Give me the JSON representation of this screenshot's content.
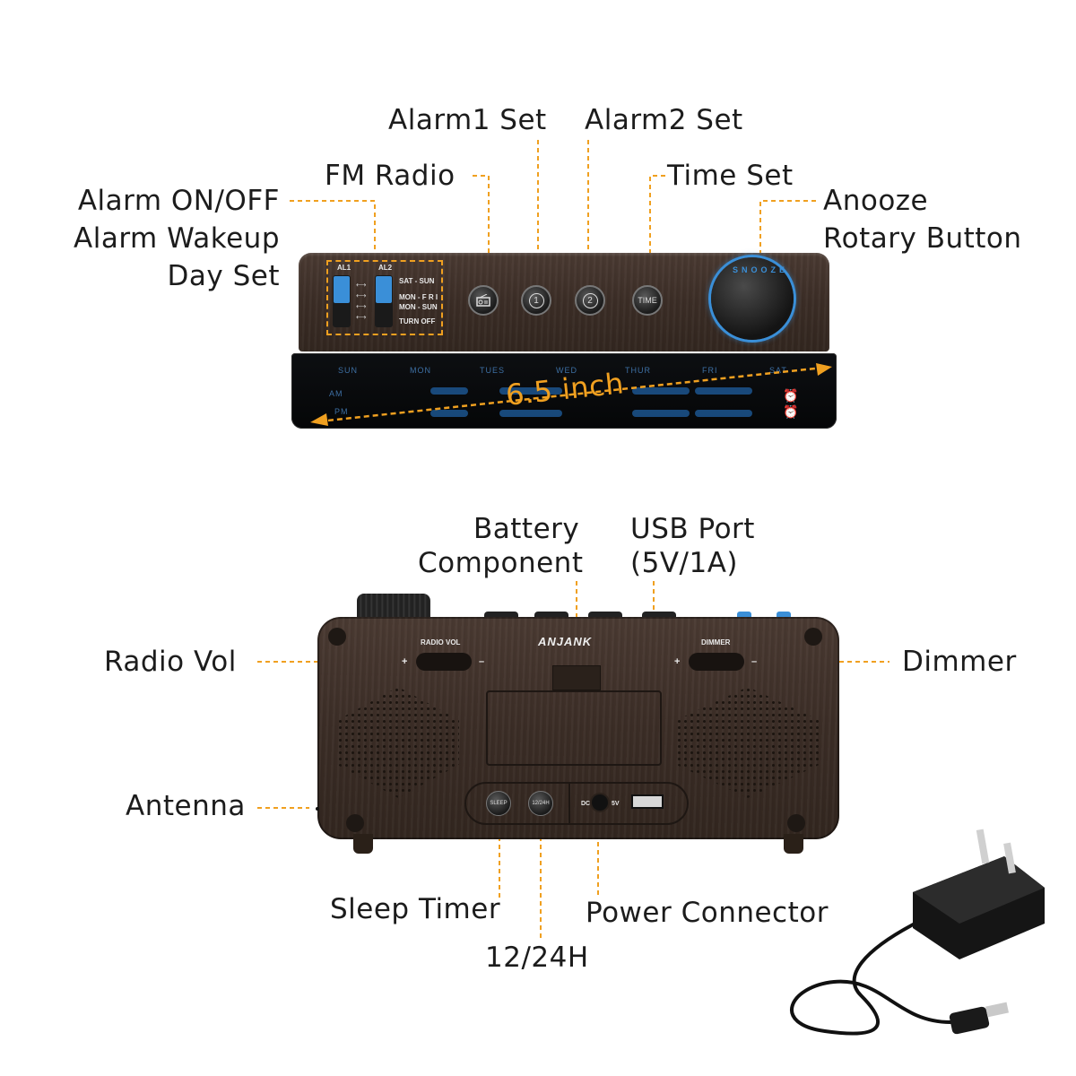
{
  "top": {
    "labels": {
      "alarm_onoff": "Alarm ON/OFF",
      "alarm_wakeup": "Alarm Wakeup",
      "day_set": "Day Set",
      "fm_radio": "FM Radio",
      "alarm1_set": "Alarm1 Set",
      "alarm2_set": "Alarm2 Set",
      "time_set": "Time Set",
      "anooze": "Anooze",
      "rotary_button": "Rotary Button",
      "size": "6.5 inch"
    },
    "switches": {
      "al1": "AL1",
      "al2": "AL2",
      "opt1": "SAT - SUN",
      "opt2": "MON - F R I",
      "opt3": "MON - SUN",
      "opt4": "TURN OFF"
    },
    "buttons": {
      "time": "TIME",
      "alarm1": "1",
      "alarm2": "2"
    },
    "knob_text": "SNOOZE",
    "display": {
      "days": [
        "SUN",
        "MON",
        "TUES",
        "WED",
        "THUR",
        "FRI",
        "SAT"
      ],
      "am": "AM",
      "pm": "PM"
    }
  },
  "bottom": {
    "labels": {
      "battery1": "Battery",
      "battery2": "Component",
      "usb1": "USB Port",
      "usb2": "(5V/1A)",
      "radio_vol": "Radio Vol",
      "dimmer": "Dimmer",
      "antenna": "Antenna",
      "sleep_timer": "Sleep Timer",
      "h12_24": "12/24H",
      "power_connector": "Power Connector"
    },
    "device": {
      "brand": "ANJANK",
      "radio_vol": "RADIO VOL",
      "dimmer": "DIMMER",
      "plus": "+",
      "minus": "–",
      "sleep": "SLEEP",
      "h12_24": "12/24H",
      "dc": "DC",
      "v5": "5V"
    }
  },
  "colors": {
    "leader": "#f0a020",
    "switch_blue": "#3a8fd8",
    "digits": "#1f5fa0",
    "wood": "#3b2d26"
  }
}
